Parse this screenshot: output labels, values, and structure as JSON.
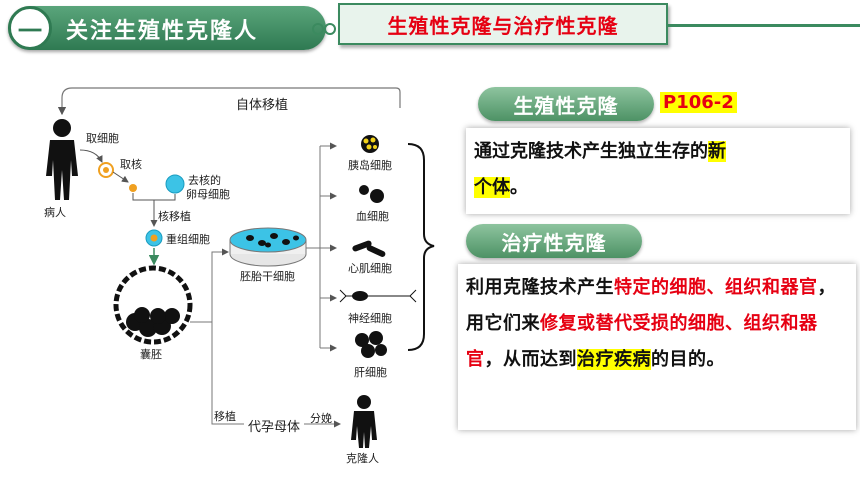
{
  "header": {
    "section_number": "一",
    "section_title": "关注生殖性克隆人",
    "topic": "生殖性克隆与治疗性克隆"
  },
  "diagram": {
    "labels": {
      "auto_transplant": "自体移植",
      "take_cell": "取细胞",
      "take_nucleus": "取核",
      "enucleated_egg_line1": "去核的",
      "enucleated_egg_line2": "卵母细胞",
      "patient": "病人",
      "nuclear_transfer": "核移植",
      "recombined_cell": "重组细胞",
      "blastocyst": "囊胚",
      "embryonic_stem_cell": "胚胎干细胞",
      "islet_cell": "胰岛细胞",
      "blood_cell": "血细胞",
      "cardiomyocyte": "心肌细胞",
      "neuron": "神经细胞",
      "liver_cell": "肝细胞",
      "transplant": "移植",
      "surrogate_mother": "代孕母体",
      "childbirth": "分娩",
      "clone": "克隆人"
    }
  },
  "reproductive": {
    "title": "生殖性克隆",
    "page_ref": "P106-2",
    "desc_plain": "通过克隆技术产生独立生存的",
    "desc_hl1": "新",
    "desc_hl2": "个体",
    "desc_end": "。"
  },
  "therapeutic": {
    "title": "治疗性克隆",
    "p1": "利用克隆技术产生",
    "p1_red": "特定的细胞、组织和器官",
    "p2": "，用它们来",
    "p2_red": "修复或替代受损的细胞、组织和器官",
    "p3": "，从而达到",
    "p3_hl": "治疗疾病",
    "p4": "的目的。"
  },
  "colors": {
    "green": "#3b8a5f",
    "red": "#e60012",
    "highlight": "#ffff00",
    "cell_cyan": "#3cc3e6",
    "cell_orange": "#f0a020"
  }
}
